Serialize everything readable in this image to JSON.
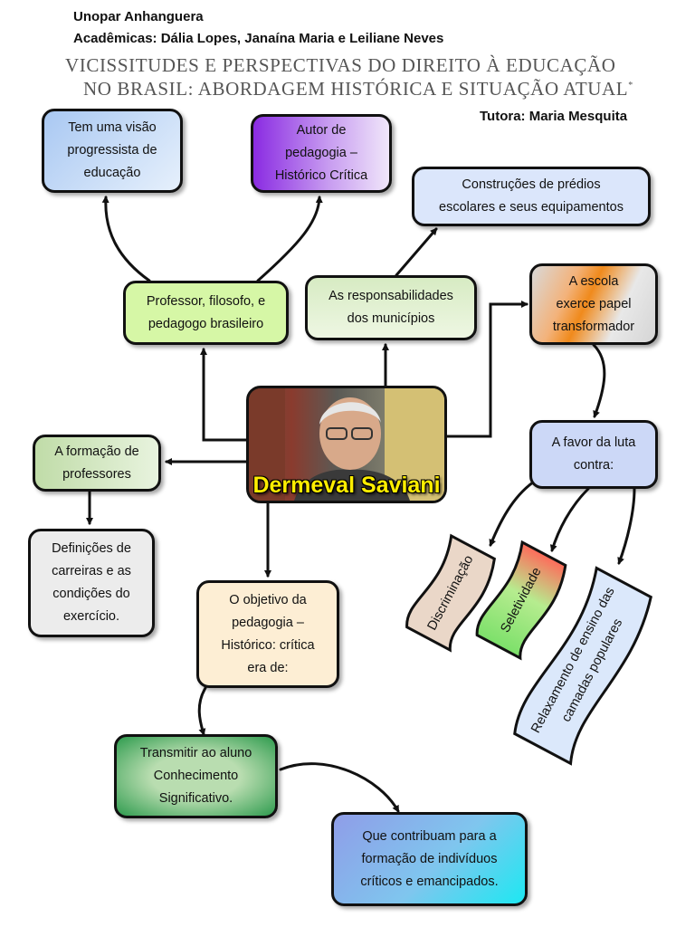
{
  "header": {
    "institution": "Unopar Anhanguera",
    "authors": "Acadêmicas: Dália Lopes, Janaína Maria e Leiliane Neves",
    "title_line1": "VICISSITUDES E PERSPECTIVAS DO DIREITO À EDUCAÇÃO",
    "title_line2": "NO BRASIL: ABORDAGEM HISTÓRICA E SITUAÇÃO ATUAL",
    "title_mark": "*",
    "tutor": "Tutora: Maria Mesquita"
  },
  "center": {
    "name": "Dermeval Saviani"
  },
  "nodes": {
    "visao": [
      "Tem uma visão",
      "progressista de",
      "educação"
    ],
    "autor": [
      "Autor de",
      "pedagogia –",
      "Histórico Crítica"
    ],
    "construcoes": [
      "Construções de prédios",
      "escolares e seus equipamentos"
    ],
    "professor": [
      "Professor, filosofo, e",
      "pedagogo brasileiro"
    ],
    "responsabilidades": [
      "As responsabilidades",
      "dos municípios"
    ],
    "escola": [
      "A escola",
      "exerce papel",
      "transformador"
    ],
    "formacao": [
      "A formação de",
      "professores"
    ],
    "favor": [
      "A favor da luta",
      "contra:"
    ],
    "definicoes": [
      "Definições de",
      "carreiras e as",
      "condições do",
      "exercício."
    ],
    "objetivo": [
      "O objetivo da",
      "pedagogia –",
      "Histórico: crítica",
      "era de:"
    ],
    "transmitir": [
      "Transmitir ao aluno",
      "Conhecimento",
      "Significativo."
    ],
    "contribuam": [
      "Que contribuam para a",
      "formação de indivíduos",
      "críticos e emancipados."
    ]
  },
  "banners": {
    "discriminacao": "Discriminação",
    "seletividade": "Seletividade",
    "relaxamento": [
      "Relaxamento de ensino das",
      "camadas populares"
    ]
  }
}
